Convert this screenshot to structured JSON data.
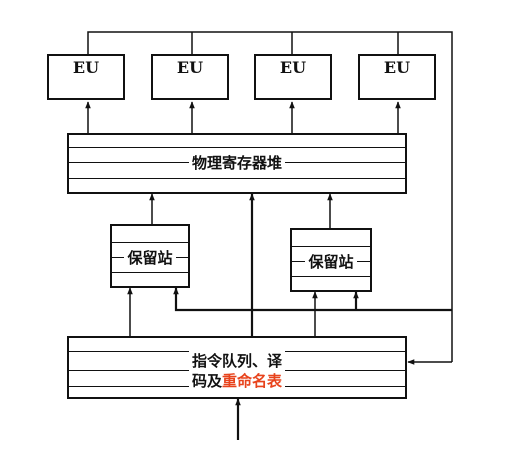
{
  "eu_units": [
    "EU",
    "EU",
    "EU",
    "EU"
  ],
  "register_file": {
    "label": "物理寄存器堆"
  },
  "reservation_stations": [
    "保留站",
    "保留站"
  ],
  "instruction_queue": {
    "line1": "指令队列、译",
    "line2_prefix": "码及",
    "line2_highlight": "重命名表"
  },
  "colors": {
    "line": "#111111",
    "highlight": "#e8431c"
  }
}
